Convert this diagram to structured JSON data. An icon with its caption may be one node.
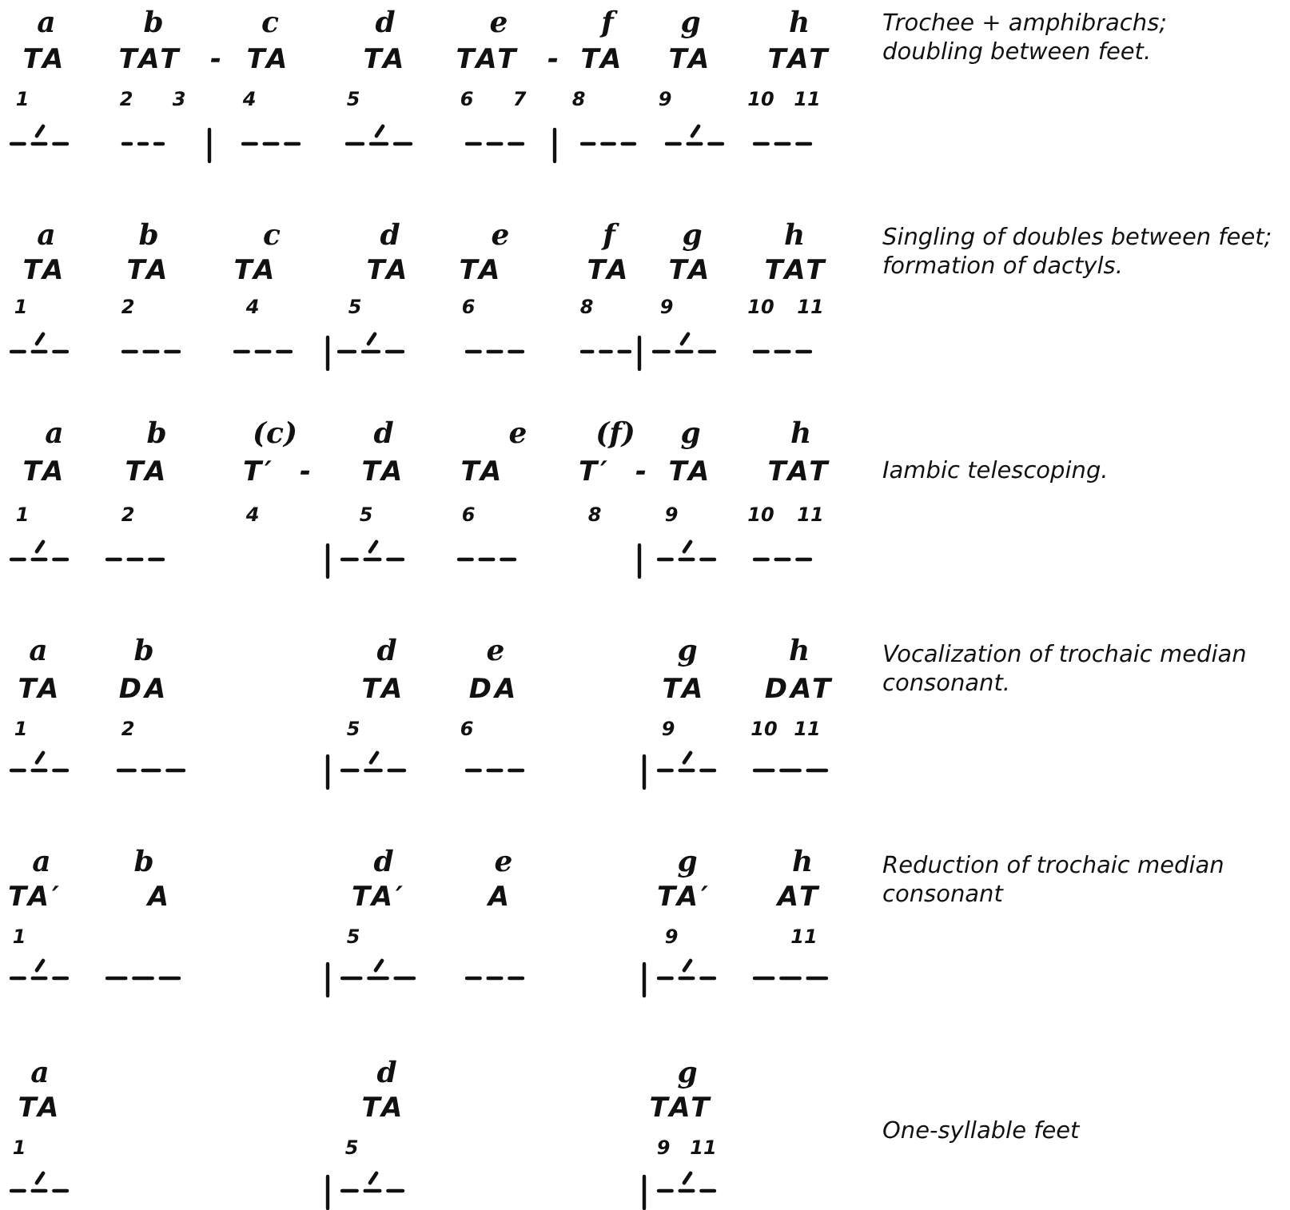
{
  "diagram": {
    "labels": [
      "a",
      "b",
      "c",
      "d",
      "e",
      "f",
      "g",
      "h",
      "TA",
      "TAT",
      "-",
      "TA",
      "TA",
      "TAT",
      "-",
      "TA",
      "TA",
      "TAT",
      "1",
      "2",
      "3",
      "4",
      "5",
      "6",
      "7",
      "8",
      "9",
      "10",
      "11",
      "Trochee + amphibrachs; doubling between feet.",
      "a",
      "b",
      "c",
      "d",
      "e",
      "f",
      "g",
      "h",
      "TA",
      "TA",
      "TA",
      "TA",
      "TA",
      "TA",
      "TA",
      "TAT",
      "1",
      "2",
      "4",
      "5",
      "6",
      "8",
      "9",
      "10",
      "11",
      "Singling of doubles between feet; formation of dactyls.",
      "a",
      "b",
      "(c)",
      "d",
      "e",
      "(f)",
      "g",
      "h",
      "TA",
      "TA",
      "T′",
      "-",
      "TA",
      "TA",
      "T′",
      "-",
      "TA",
      "TAT",
      "1",
      "2",
      "4",
      "5",
      "6",
      "8",
      "9",
      "10",
      "11",
      "Iambic telescoping.",
      "a",
      "b",
      "d",
      "e",
      "g",
      "h",
      "TA",
      "DA",
      "TA",
      "DA",
      "TA",
      "DAT",
      "1",
      "2",
      "5",
      "6",
      "9",
      "10",
      "11",
      "Vocalization of trochaic median consonant.",
      "a",
      "b",
      "d",
      "e",
      "g",
      "h",
      "TA′",
      "A",
      "TA′",
      "A",
      "TA′",
      "AT",
      "1",
      "5",
      "9",
      "11",
      "Reduction of trochaic median consonant",
      "a",
      "d",
      "g",
      "TA",
      "TA",
      "TAT",
      "1",
      "5",
      "9",
      "11",
      "One-syllable feet"
    ]
  }
}
